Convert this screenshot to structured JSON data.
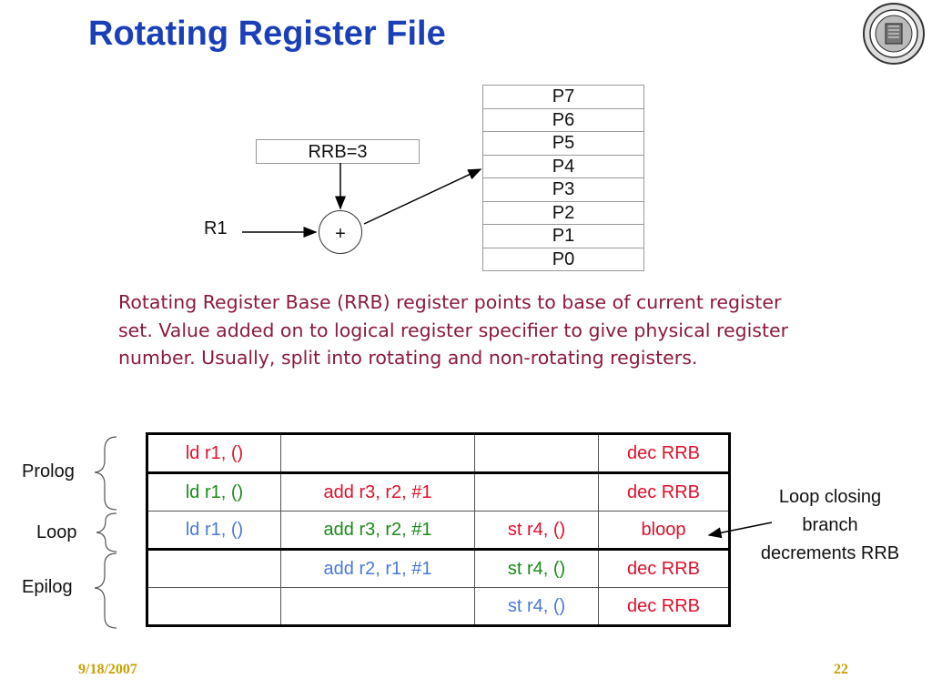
{
  "slide": {
    "title": "Rotating Register File",
    "logo_icon": "university-seal-logo"
  },
  "diagram": {
    "physical_registers": [
      "P7",
      "P6",
      "P5",
      "P4",
      "P3",
      "P2",
      "P1",
      "P0"
    ],
    "rrb_label": "RRB=3",
    "r1_label": "R1",
    "adder_symbol": "+"
  },
  "description": "Rotating Register Base (RRB) register points to base of current register set.  Value added on to logical register specifier to give physical register number.  Usually, split into rotating and non-rotating registers.",
  "schedule": {
    "rows": [
      [
        {
          "text": "ld r1, ()",
          "color": "red"
        },
        {
          "text": "",
          "color": ""
        },
        {
          "text": "",
          "color": ""
        },
        {
          "text": "dec RRB",
          "color": "red"
        }
      ],
      [
        {
          "text": "ld r1, ()",
          "color": "green"
        },
        {
          "text": "add r3, r2, #1",
          "color": "red"
        },
        {
          "text": "",
          "color": ""
        },
        {
          "text": "dec RRB",
          "color": "red"
        }
      ],
      [
        {
          "text": "ld r1, ()",
          "color": "blue"
        },
        {
          "text": "add r3, r2, #1",
          "color": "green"
        },
        {
          "text": "st r4, ()",
          "color": "red"
        },
        {
          "text": "bloop",
          "color": "red"
        }
      ],
      [
        {
          "text": "",
          "color": ""
        },
        {
          "text": "add r2, r1, #1",
          "color": "blue"
        },
        {
          "text": "st r4, ()",
          "color": "green"
        },
        {
          "text": "dec RRB",
          "color": "red"
        }
      ],
      [
        {
          "text": "",
          "color": ""
        },
        {
          "text": "",
          "color": ""
        },
        {
          "text": "st r4, ()",
          "color": "blue"
        },
        {
          "text": "dec RRB",
          "color": "red"
        }
      ]
    ],
    "phase_labels": {
      "prolog": "Prolog",
      "loop": "Loop",
      "epilog": "Epilog"
    },
    "loop_note": [
      "Loop closing",
      "branch",
      "decrements RRB"
    ]
  },
  "footer": {
    "date": "9/18/2007",
    "page": "22"
  },
  "colors": {
    "title": "#1a3fb8",
    "description": "#8b1a3c",
    "red": "#e0102a",
    "green": "#1a8a1a",
    "blue": "#4a78d8",
    "footer": "#c8a000"
  }
}
